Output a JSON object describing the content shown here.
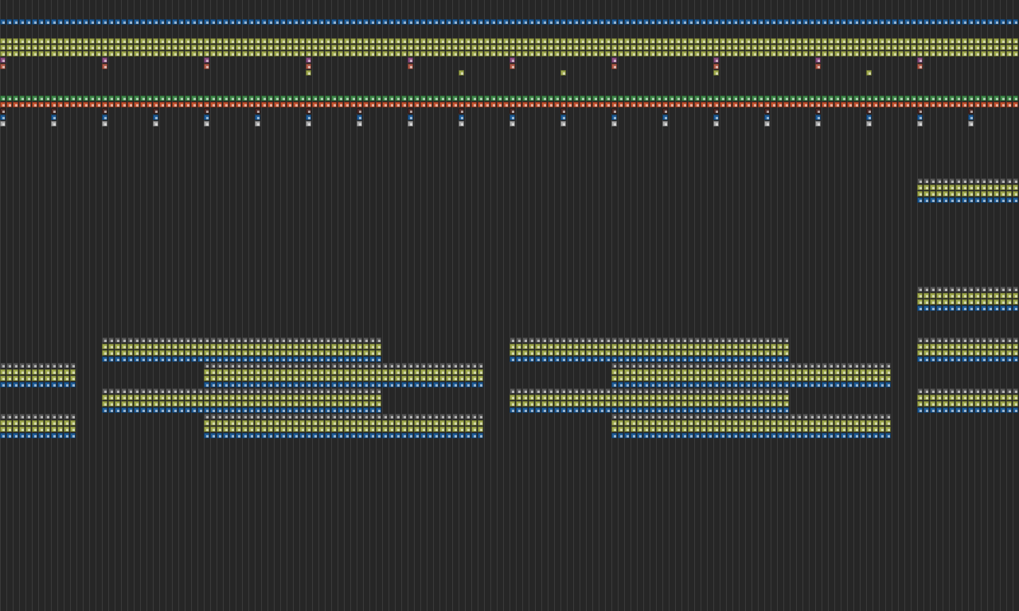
{
  "colors": {
    "background": "#262626",
    "gridline": "#3a3a3a",
    "blue": "#1f5d98",
    "yellow": "#9ea84c",
    "grey": "#595959",
    "purple": "#8a4f82",
    "red": "#b05a48",
    "green": "#3f8a4a",
    "orange": "#c2522f",
    "dark": "#4a2a26",
    "light": "#a8a8a8"
  },
  "grid": {
    "columns": 160,
    "rows": 96
  },
  "tracks": [
    {
      "row": 3,
      "color": "blue",
      "cols": [
        [
          0,
          159
        ]
      ]
    },
    {
      "row": 6,
      "color": "yellow",
      "cols": [
        [
          0,
          159
        ]
      ]
    },
    {
      "row": 7,
      "color": "yellow",
      "cols": [
        [
          0,
          159
        ]
      ]
    },
    {
      "row": 8,
      "color": "yellow",
      "cols": [
        [
          0,
          159
        ]
      ]
    },
    {
      "row": 9,
      "color": "purple",
      "every": 16,
      "from": 0
    },
    {
      "row": 10,
      "color": "red",
      "every": 16,
      "from": 0
    },
    {
      "row": 11,
      "color": "yellow",
      "list": [
        48,
        72,
        88,
        112,
        136
      ]
    },
    {
      "row": 15,
      "color": "green",
      "cols": [
        [
          0,
          159
        ]
      ]
    },
    {
      "row": 16,
      "color": "orange",
      "cols": [
        [
          0,
          159
        ]
      ]
    },
    {
      "row": 17,
      "color": "dark",
      "every": 8,
      "from": 0
    },
    {
      "row": 18,
      "color": "blue",
      "every": 8,
      "from": 0
    },
    {
      "row": 19,
      "color": "light",
      "every": 8,
      "from": 0
    }
  ],
  "clips": [
    {
      "row": 28,
      "cols": [
        144,
        159
      ]
    },
    {
      "row": 45,
      "cols": [
        144,
        159
      ]
    },
    {
      "row": 53,
      "cols": [
        16,
        59
      ]
    },
    {
      "row": 53,
      "cols": [
        80,
        123
      ]
    },
    {
      "row": 53,
      "cols": [
        144,
        159
      ]
    },
    {
      "row": 57,
      "cols": [
        0,
        11
      ]
    },
    {
      "row": 57,
      "cols": [
        32,
        75
      ]
    },
    {
      "row": 57,
      "cols": [
        96,
        139
      ]
    },
    {
      "row": 61,
      "cols": [
        16,
        59
      ]
    },
    {
      "row": 61,
      "cols": [
        80,
        123
      ]
    },
    {
      "row": 61,
      "cols": [
        144,
        159
      ]
    },
    {
      "row": 65,
      "cols": [
        0,
        11
      ]
    },
    {
      "row": 65,
      "cols": [
        32,
        75
      ]
    },
    {
      "row": 65,
      "cols": [
        96,
        139
      ]
    }
  ],
  "clip_rows": [
    "grey",
    "yellow",
    "yellow",
    "blue"
  ]
}
